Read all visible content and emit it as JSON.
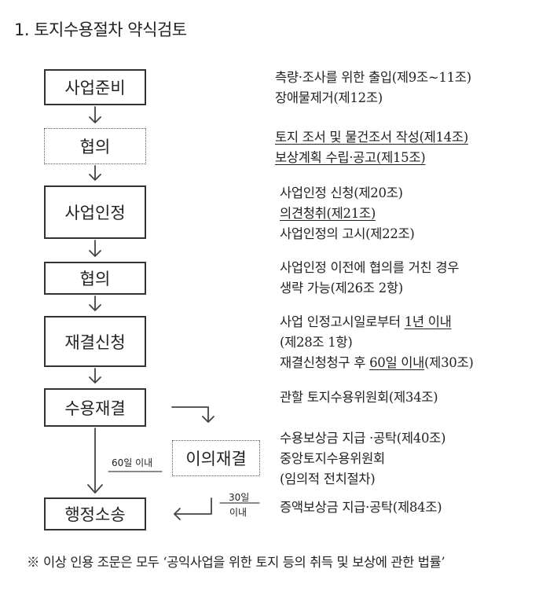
{
  "title": "1. 토지수용절차 약식검토",
  "steps": [
    {
      "label": "사업준비"
    },
    {
      "label": "협의"
    },
    {
      "label": "사업인정"
    },
    {
      "label": "협의"
    },
    {
      "label": "재결신청"
    },
    {
      "label": "수용재결"
    },
    {
      "label": "이의재결"
    },
    {
      "label": "행정소송"
    }
  ],
  "descriptions": {
    "d1": [
      "측량·조사를 위한 출입(제9조~11조)",
      "장애물제거(제12조)"
    ],
    "d2": [
      "토지 조서 및 물건조서 작성(제14조)",
      "보상계획 수립·공고(제15조)"
    ],
    "d3": [
      "사업인정 신청(제20조)",
      "의견청취(제21조)",
      "사업인정의 고시(제22조)"
    ],
    "d4": [
      "사업인정 이전에 협의를 거친 경우",
      "생략 가능(제26조 2항)"
    ],
    "d5": {
      "l1a": "사업 인정고시일로부터 ",
      "l1b": "1년 이내",
      "l2": "(제28조 1항)",
      "l3a": "재결신청청구 후 ",
      "l3b": "60일 이내",
      "l3c": "(제30조)"
    },
    "d6": [
      "관할 토지수용위원회(제34조)"
    ],
    "d7": [
      "수용보상금 지급 ·공탁(제40조)",
      "중앙토지수용위원회",
      "(임의적 전치절차)"
    ],
    "d8": [
      "증액보상금 지급·공탁(제84조)"
    ]
  },
  "labels": {
    "sixty_days": "60일 이내",
    "thirty_days_top": "30일",
    "thirty_days_bottom": "이내"
  },
  "footnote": "※ 이상 인용 조문은 모두 ‘공익사업을 위한 토지 등의 취득 및 보상에 관한 법률’"
}
